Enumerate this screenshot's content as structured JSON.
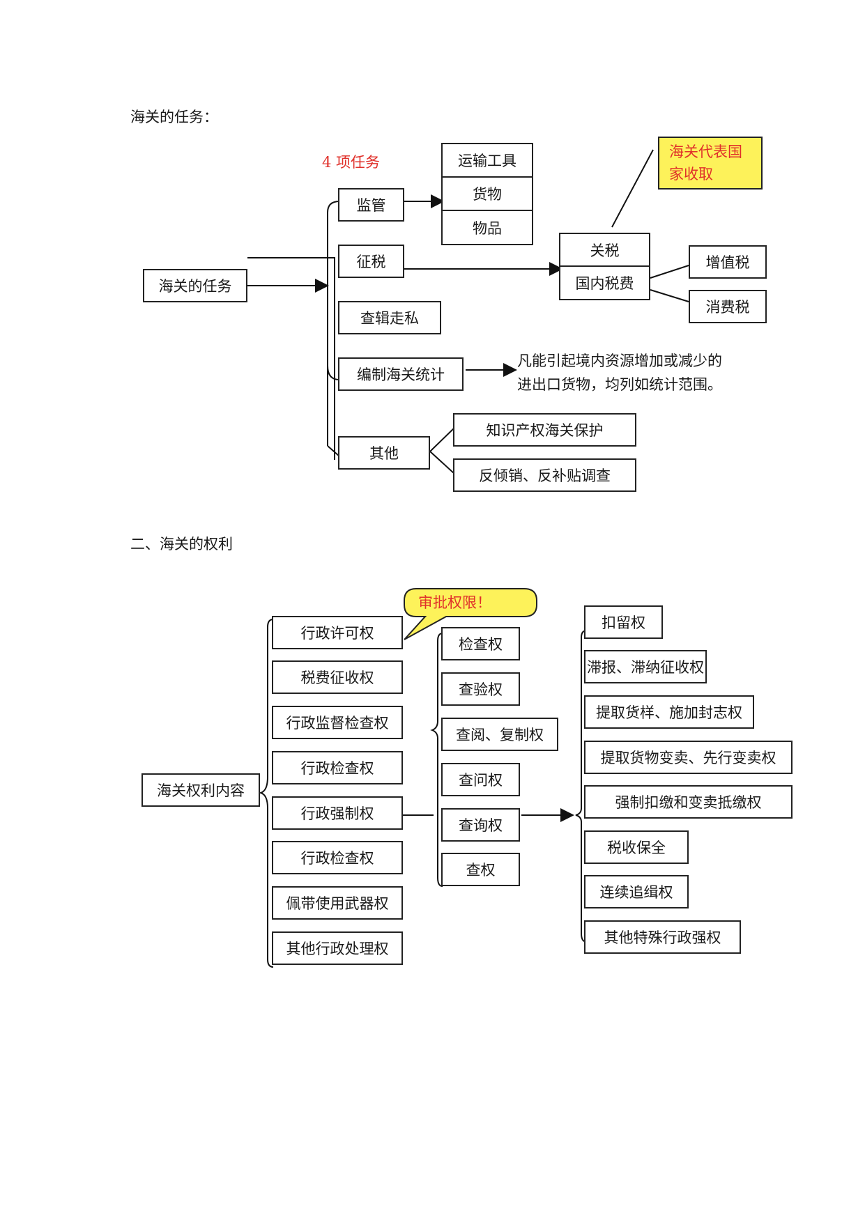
{
  "section1": {
    "heading": "海关的任务：",
    "root": "海关的任务",
    "count_label": "4 项任务",
    "tasks": [
      "监管",
      "征税",
      "查辑走私",
      "编制海关统计",
      "其他"
    ],
    "supervision_items": [
      "运输工具",
      "货物",
      "物品"
    ],
    "tax_items": [
      "关税",
      "国内税费"
    ],
    "domestic_taxes": [
      "增值税",
      "消费税"
    ],
    "callout": "海关代表国家收取",
    "stat_note_line1": "凡能引起境内资源增加或减少的",
    "stat_note_line2": "进出口货物，均列如统计范围。",
    "other_items": [
      "知识产权海关保护",
      "反倾销、反补贴调查"
    ]
  },
  "section2": {
    "heading": "二、海关的权利",
    "root": "海关权利内容",
    "rights": [
      "行政许可权",
      "税费征收权",
      "行政监督检查权",
      "行政检查权",
      "行政强制权",
      "行政检查权",
      "佩带使用武器权",
      "其他行政处理权"
    ],
    "callout": "审批权限！",
    "inspection_items": [
      "检查权",
      "查验权",
      "查阅、复制权",
      "查问权",
      "查询权",
      "查权"
    ],
    "enforcement_items": [
      "扣留权",
      "滞报、滞纳征收权",
      "提取货样、施加封志权",
      "提取货物变卖、先行变卖权",
      "强制扣缴和变卖抵缴权",
      "税收保全",
      "连续追缉权",
      "其他特殊行政强权"
    ]
  }
}
